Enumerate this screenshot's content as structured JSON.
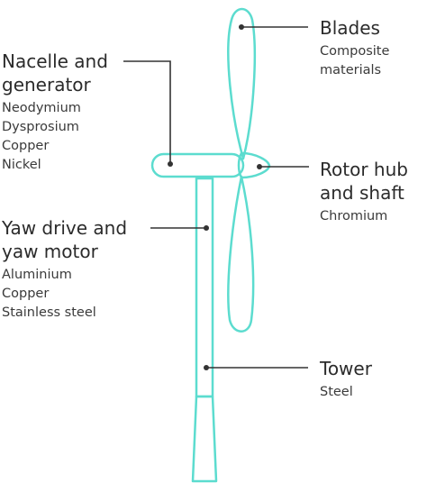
{
  "colors": {
    "outline": "#5cdccf",
    "leader": "#333333",
    "text": "#2b2b2b"
  },
  "labels": {
    "blades": {
      "title": [
        "Blades"
      ],
      "materials": [
        "Composite",
        "materials"
      ]
    },
    "nacelle": {
      "title": [
        "Nacelle and",
        "generator"
      ],
      "materials": [
        "Neodymium",
        "Dysprosium",
        "Copper",
        "Nickel"
      ]
    },
    "rotor": {
      "title": [
        "Rotor hub",
        "and shaft"
      ],
      "materials": [
        "Chromium"
      ]
    },
    "yaw": {
      "title": [
        "Yaw drive and",
        "yaw motor"
      ],
      "materials": [
        "Aluminium",
        "Copper",
        "Stainless steel"
      ]
    },
    "tower": {
      "title": [
        "Tower"
      ],
      "materials": [
        "Steel"
      ]
    }
  }
}
